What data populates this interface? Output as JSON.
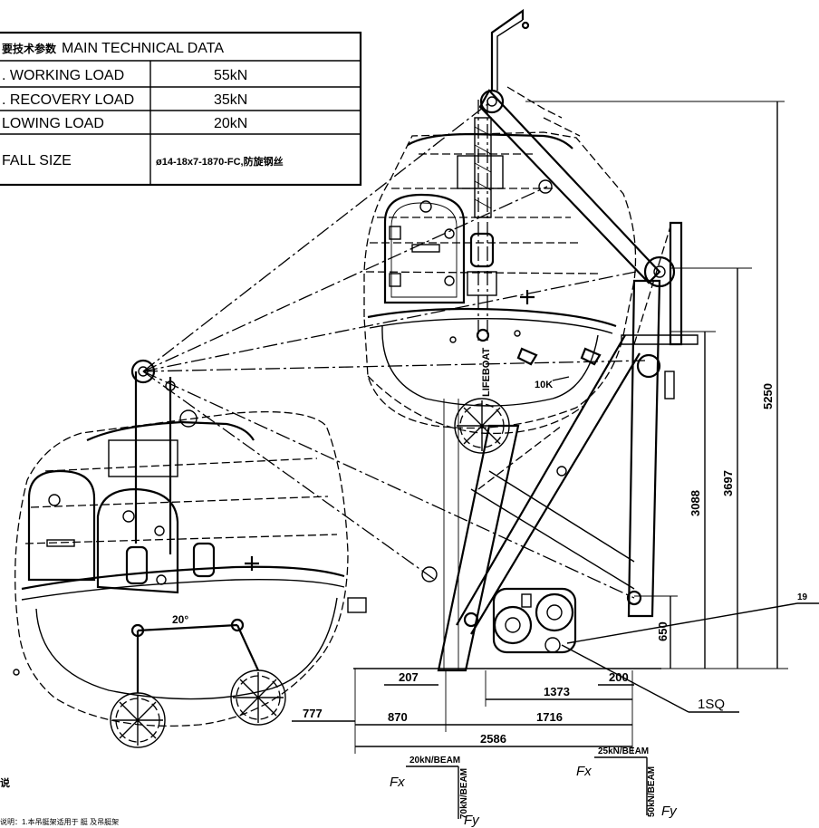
{
  "table": {
    "title_cn": "要技术参数",
    "title": "MAIN TECHNICAL DATA",
    "rows": [
      {
        "label": ". WORKING LOAD",
        "value": "55kN"
      },
      {
        "label": ". RECOVERY LOAD",
        "value": "35kN"
      },
      {
        "label": " LOWING LOAD",
        "value": "20kN"
      },
      {
        "label": " FALL SIZE",
        "value": "ø14-18x7-1870-FC,防旋钢丝"
      }
    ]
  },
  "dimensions": {
    "d5250": "5250",
    "d3697": "3697",
    "d3088": "3088",
    "d650": "650",
    "d207": "207",
    "d200": "200",
    "d1373": "1373",
    "d870": "870",
    "d1716": "1716",
    "d2586": "2586",
    "d777": "777",
    "d19": "19",
    "angle": "20°",
    "load10k": "10K"
  },
  "labels": {
    "lifeboat": "LIFEBOAT",
    "part": "1SQ",
    "fx1": "Fx",
    "fx2": "Fx",
    "fy1": "Fy",
    "fy2": "Fy",
    "beam20": "20kN/BEAM",
    "beam25": "25kN/BEAM",
    "beam70": "70kN/BEAM",
    "beam50": "50kN/BEAM",
    "corner_mark": "说",
    "bottom_note": "说明：1.本吊艇架适用于    艇  及吊艇架"
  },
  "colors": {
    "ink": "#000000",
    "paper": "#ffffff"
  }
}
